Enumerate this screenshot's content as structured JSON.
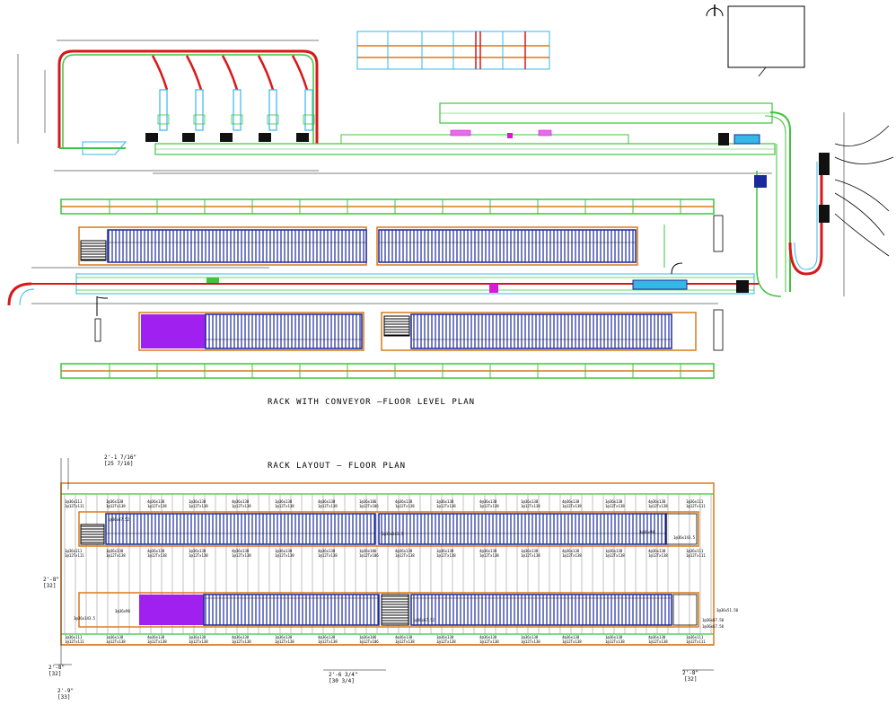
{
  "titles": {
    "floor_level_plan": "RACK WITH CONVEYOR –FLOOR LEVEL PLAN",
    "rack_layout": "RACK LAYOUT – FLOOR PLAN"
  },
  "dimensions": {
    "top_left_a": "2'-1 7/16\"",
    "top_left_b": "[25 7/16]",
    "left_mid_a": "2'-8\"",
    "left_mid_b": "[32]",
    "bottom_left_a": "2'-8\"",
    "bottom_left_b": "[32]",
    "bottom_left_c": "2'-9\"",
    "bottom_left_d": "[33]",
    "bottom_center_a": "2'-6 3/4\"",
    "bottom_center_b": "[30 3/4]",
    "bottom_right_a": "2'-8\"",
    "bottom_right_b": "[32]"
  },
  "rack_labels": {
    "top_row_a": "1@36x138",
    "top_row_b": "1@12Tx138",
    "end_a": "1@36x111",
    "end_b": "1@12Tx111",
    "mid_a": "4@36x138",
    "mid_b": "1@12Tx138",
    "special_a": "1@36x106",
    "special_b": "1@12Tx106",
    "note_1": "1@36x67.52",
    "note_2": "1@36x143.5",
    "note_3": "3@36x90",
    "note_4": "3@36x51.50",
    "note_5": "1@36x87.50",
    "note_6": "1@36x67.50"
  },
  "colors": {
    "rack_blue": "#1a2a9c",
    "beam_orange": "#d97a1a",
    "frame_green": "#1fa81f",
    "conveyor_red": "#d81818",
    "conveyor_green": "#3fc43f",
    "accent_magenta": "#d81ad8",
    "block_purple": "#a020f0",
    "light_blue": "#35b8e8"
  }
}
